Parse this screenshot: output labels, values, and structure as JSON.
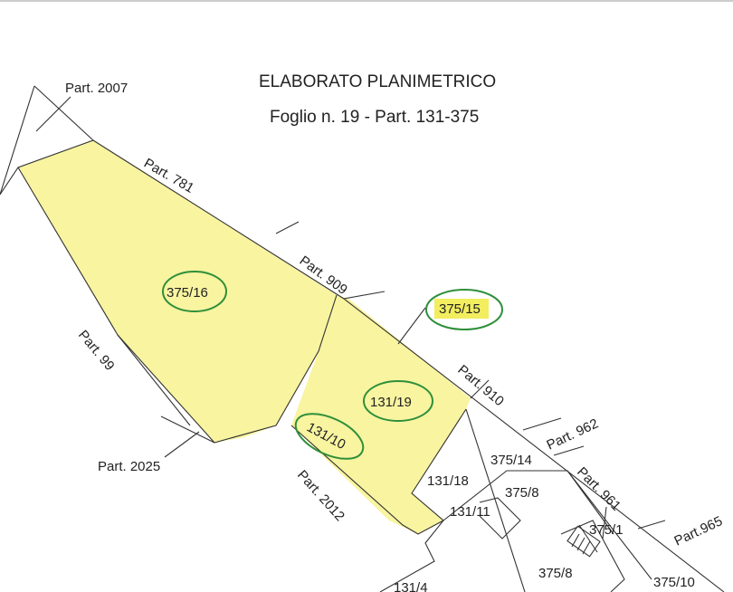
{
  "title": "ELABORATO PLANIMETRICO",
  "subtitle": "Foglio n. 19 - Part. 131-375",
  "colors": {
    "highlight": "#f8f4a0",
    "circle": "#2f8f3a"
  },
  "labels": {
    "p2007": "Part. 2007",
    "p781": "Part. 781",
    "p909": "Part. 909",
    "p910": "Part. 910",
    "p99": "Part. 99",
    "p2025": "Part. 2025",
    "p2012": "Part. 2012",
    "p962": "Part. 962",
    "p961": "Part. 961",
    "p965": "Part.965"
  },
  "subalterni": {
    "s375_16": "375/16",
    "s375_15": "375/15",
    "s131_19": "131/19",
    "s131_10": "131/10",
    "s131_18": "131/18",
    "s375_14": "375/14",
    "s375_8a": "375/8",
    "s131_11": "131/11",
    "s375_1": "375/1",
    "s375_8b": "375/8",
    "s375_10": "375/10",
    "s131_4": "131/4"
  }
}
